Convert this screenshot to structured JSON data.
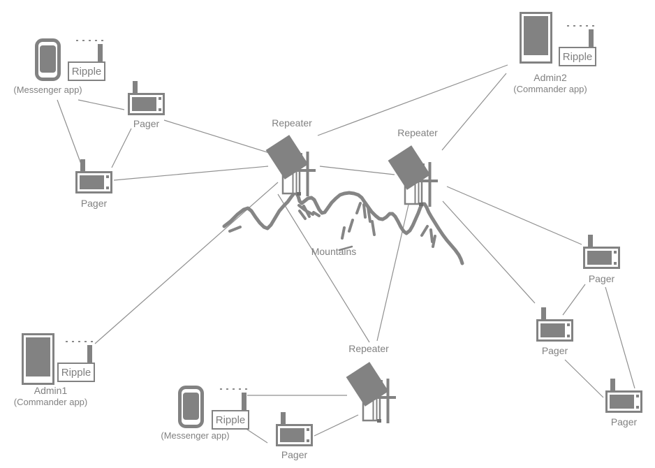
{
  "colors": {
    "device": "#828282",
    "line": "#8f8f8f",
    "text": "#818181"
  },
  "nodes": {
    "messenger1": {
      "label": "(Messenger app)"
    },
    "ripple1": {
      "label": "Ripple"
    },
    "pager1": {
      "label": "Pager"
    },
    "pager2": {
      "label": "Pager"
    },
    "admin1": {
      "name": "Admin1",
      "app": "(Commander app)"
    },
    "ripple_admin1": {
      "label": "Ripple"
    },
    "admin2": {
      "name": "Admin2",
      "app": "(Commander app)"
    },
    "ripple_admin2": {
      "label": "Ripple"
    },
    "repeater1": {
      "label": "Repeater"
    },
    "repeater2": {
      "label": "Repeater"
    },
    "repeater3": {
      "label": "Repeater"
    },
    "mountains": {
      "label": "Mountains"
    },
    "messenger2": {
      "label": "(Messenger app)"
    },
    "ripple2": {
      "label": "Ripple"
    },
    "pager3": {
      "label": "Pager"
    },
    "pager4": {
      "label": "Pager"
    },
    "pager5": {
      "label": "Pager"
    },
    "pager6": {
      "label": "Pager"
    }
  },
  "links": [
    {
      "from": "messenger1",
      "to": "pager2"
    },
    {
      "from": "ripple1",
      "to": "pager1"
    },
    {
      "from": "pager1",
      "to": "pager2"
    },
    {
      "from": "pager1",
      "to": "repeater1"
    },
    {
      "from": "pager2",
      "to": "repeater1"
    },
    {
      "from": "admin1",
      "to": "repeater1"
    },
    {
      "from": "repeater1",
      "to": "admin2"
    },
    {
      "from": "repeater2",
      "to": "admin2"
    },
    {
      "from": "repeater1",
      "to": "repeater2"
    },
    {
      "from": "repeater1",
      "to": "repeater3"
    },
    {
      "from": "repeater2",
      "to": "repeater3"
    },
    {
      "from": "messenger2",
      "to": "repeater3"
    },
    {
      "from": "messenger2",
      "to": "pager3"
    },
    {
      "from": "pager3",
      "to": "repeater3"
    },
    {
      "from": "repeater2",
      "to": "pager4"
    },
    {
      "from": "repeater2",
      "to": "pager5"
    },
    {
      "from": "pager4",
      "to": "pager5"
    },
    {
      "from": "pager4",
      "to": "pager6"
    },
    {
      "from": "pager5",
      "to": "pager6"
    }
  ]
}
